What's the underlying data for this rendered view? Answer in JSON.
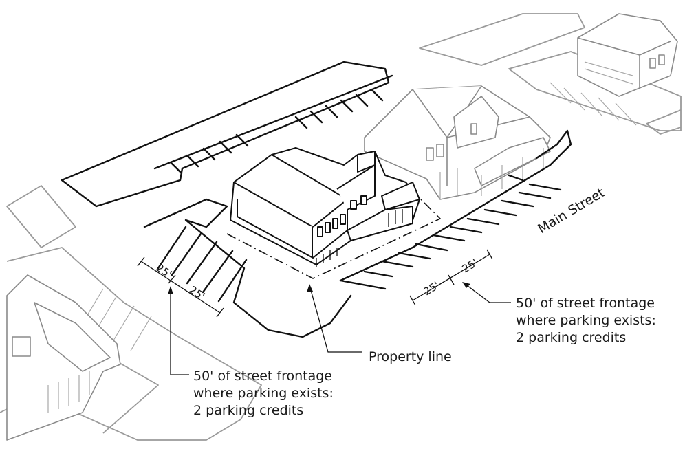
{
  "street_label": "Main Street",
  "dimensions": {
    "left": [
      "25'",
      "25'"
    ],
    "right": [
      "25'",
      "25'"
    ]
  },
  "callouts": {
    "left": [
      "50' of street frontage",
      "where parking exists:",
      "2 parking credits"
    ],
    "right": [
      "50' of street frontage",
      "where parking exists:",
      "2 parking credits"
    ],
    "property_line": "Property line"
  }
}
